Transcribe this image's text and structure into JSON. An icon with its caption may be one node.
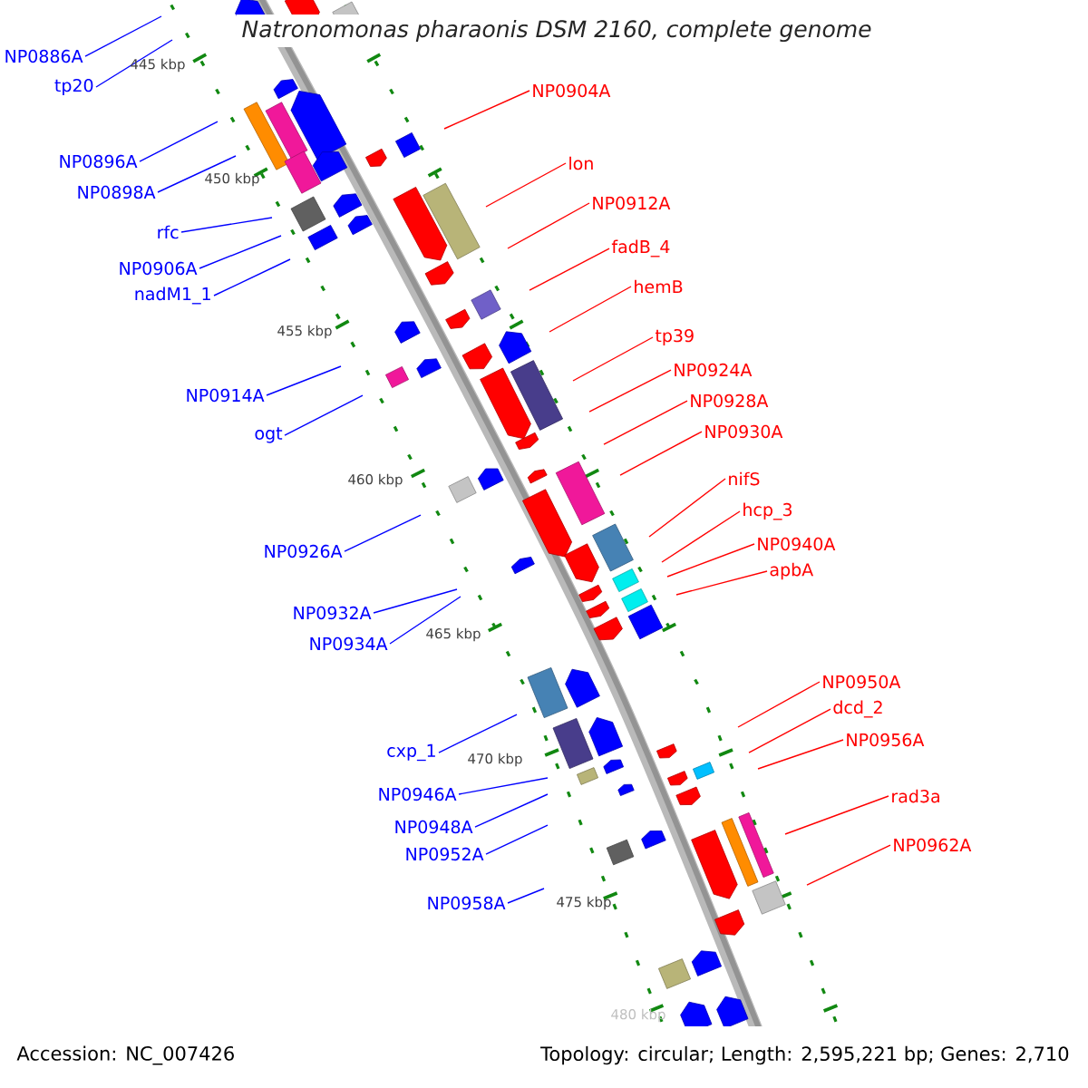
{
  "diagram": {
    "title": "Natronomonas pharaonis DSM 2160, complete genome",
    "nodes": [
      {
        "text": [
          "NP0886A"
        ]
      },
      {
        "text": [
          "tp20"
        ]
      },
      {
        "text": [
          "NP0904A"
        ]
      },
      {
        "text": [
          "NP0896A"
        ]
      },
      {
        "text": [
          "lon"
        ]
      },
      {
        "text": [
          "NP0898A"
        ]
      },
      {
        "text": [
          "NP0912A"
        ]
      },
      {
        "text": [
          "rfc"
        ]
      },
      {
        "text": [
          "fadB_4"
        ]
      },
      {
        "text": [
          "NP0906A"
        ]
      },
      {
        "text": [
          "hemB"
        ]
      },
      {
        "text": [
          "nadM1_1"
        ]
      },
      {
        "text": [
          "tp39"
        ]
      },
      {
        "text": [
          "NP0924A"
        ]
      },
      {
        "text": [
          "NP0914A"
        ]
      },
      {
        "text": [
          "NP0928A"
        ]
      },
      {
        "text": [
          "NP0930A"
        ]
      },
      {
        "text": [
          "ogt"
        ]
      },
      {
        "text": [
          "nifS"
        ]
      },
      {
        "text": [
          "hcp_3"
        ]
      },
      {
        "text": [
          "NP0940A"
        ]
      },
      {
        "text": [
          "NP0926A"
        ]
      },
      {
        "text": [
          "apbA"
        ]
      },
      {
        "text": [
          "NP0932A"
        ]
      },
      {
        "text": [
          "NP0934A"
        ]
      },
      {
        "text": [
          "NP0950A"
        ]
      },
      {
        "text": [
          "dcd_2"
        ]
      },
      {
        "text": [
          "NP0956A"
        ]
      },
      {
        "text": [
          "cxp_1"
        ]
      },
      {
        "text": [
          "NP0946A"
        ]
      },
      {
        "text": [
          "rad3a"
        ]
      },
      {
        "text": [
          "NP0948A"
        ]
      },
      {
        "text": [
          "NP0962A"
        ]
      },
      {
        "text": [
          "NP0952A"
        ]
      },
      {
        "text": [
          "NP0958A"
        ]
      }
    ],
    "edges": [
      {
        "from": 0,
        "to": null,
        "arrow": "none",
        "color": "#0000ff"
      },
      {
        "from": 1,
        "to": null,
        "arrow": "none",
        "color": "#0000ff"
      },
      {
        "from": 2,
        "to": null,
        "arrow": "none",
        "color": "#ff0000"
      },
      {
        "from": 3,
        "to": null,
        "arrow": "none",
        "color": "#0000ff"
      },
      {
        "from": 4,
        "to": null,
        "arrow": "none",
        "color": "#ff0000"
      },
      {
        "from": 5,
        "to": null,
        "arrow": "none",
        "color": "#0000ff"
      },
      {
        "from": 6,
        "to": null,
        "arrow": "none",
        "color": "#ff0000"
      },
      {
        "from": 7,
        "to": null,
        "arrow": "none",
        "color": "#0000ff"
      },
      {
        "from": 8,
        "to": null,
        "arrow": "none",
        "color": "#ff0000"
      },
      {
        "from": 9,
        "to": null,
        "arrow": "none",
        "color": "#0000ff"
      },
      {
        "from": 10,
        "to": null,
        "arrow": "none",
        "color": "#ff0000"
      },
      {
        "from": 11,
        "to": null,
        "arrow": "none",
        "color": "#0000ff"
      },
      {
        "from": 12,
        "to": null,
        "arrow": "none",
        "color": "#ff0000"
      },
      {
        "from": 13,
        "to": null,
        "arrow": "none",
        "color": "#ff0000"
      },
      {
        "from": 14,
        "to": null,
        "arrow": "none",
        "color": "#0000ff"
      },
      {
        "from": 15,
        "to": null,
        "arrow": "none",
        "color": "#ff0000"
      },
      {
        "from": 16,
        "to": null,
        "arrow": "none",
        "color": "#ff0000"
      },
      {
        "from": 17,
        "to": null,
        "arrow": "none",
        "color": "#0000ff"
      },
      {
        "from": 18,
        "to": null,
        "arrow": "none",
        "color": "#ff0000"
      },
      {
        "from": 19,
        "to": null,
        "arrow": "none",
        "color": "#ff0000"
      },
      {
        "from": 20,
        "to": null,
        "arrow": "none",
        "color": "#ff0000"
      },
      {
        "from": 21,
        "to": null,
        "arrow": "none",
        "color": "#0000ff"
      },
      {
        "from": 22,
        "to": null,
        "arrow": "none",
        "color": "#ff0000"
      },
      {
        "from": 23,
        "to": null,
        "arrow": "none",
        "color": "#0000ff"
      },
      {
        "from": 24,
        "to": null,
        "arrow": "none",
        "color": "#0000ff"
      },
      {
        "from": 25,
        "to": null,
        "arrow": "none",
        "color": "#ff0000"
      },
      {
        "from": 26,
        "to": null,
        "arrow": "none",
        "color": "#ff0000"
      },
      {
        "from": 27,
        "to": null,
        "arrow": "none",
        "color": "#ff0000"
      },
      {
        "from": 28,
        "to": null,
        "arrow": "none",
        "color": "#0000ff"
      },
      {
        "from": 29,
        "to": null,
        "arrow": "none",
        "color": "#0000ff"
      },
      {
        "from": 30,
        "to": null,
        "arrow": "none",
        "color": "#ff0000"
      },
      {
        "from": 31,
        "to": null,
        "arrow": "none",
        "color": "#0000ff"
      },
      {
        "from": 32,
        "to": null,
        "arrow": "none",
        "color": "#ff0000"
      },
      {
        "from": 33,
        "to": null,
        "arrow": "none",
        "color": "#0000ff"
      },
      {
        "from": 34,
        "to": null,
        "arrow": "none",
        "color": "#0000ff"
      }
    ],
    "labels": [
      "445 kbp",
      "450 kbp",
      "455 kbp",
      "460 kbp",
      "465 kbp",
      "470 kbp",
      "475 kbp",
      "480 kbp",
      "Accession: NC_007426",
      "Topology: circular; Length: 2,595,221 bp; Genes: 2,710"
    ]
  }
}
